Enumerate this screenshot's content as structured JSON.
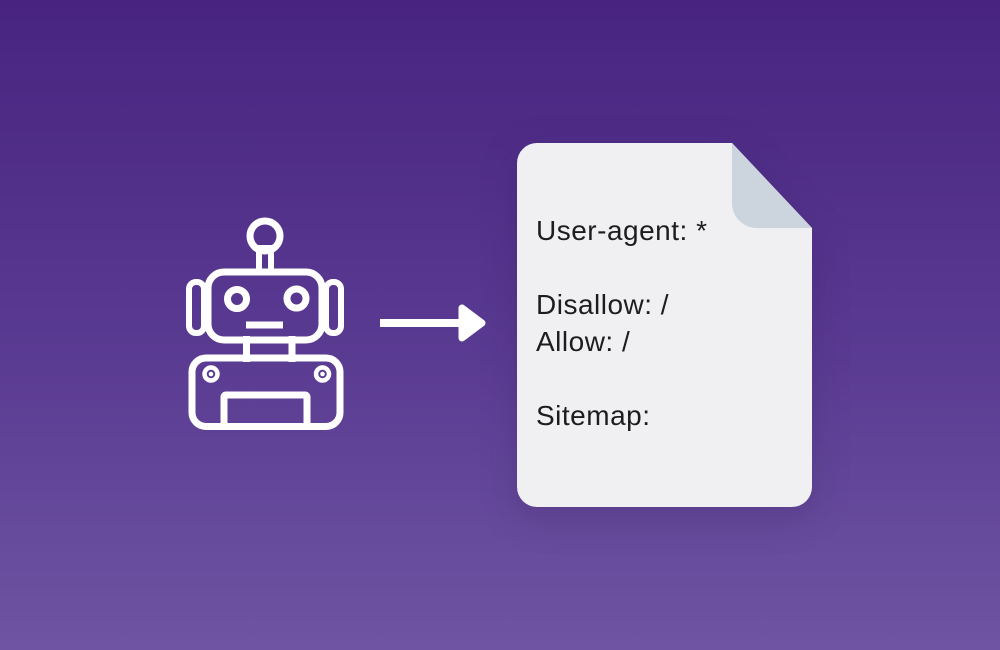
{
  "palette": {
    "background_top": "#472480",
    "background_bottom": "#6e54a2",
    "icon_white": "#ffffff"
  },
  "robot": {
    "icon": "robot-icon"
  },
  "arrow": {
    "icon": "arrow-right-icon"
  },
  "document": {
    "bg": "#f0eff2",
    "fold_color": "#ccd4dd",
    "text_color": "#1d1d1f",
    "lines": [
      "User-agent: *",
      "",
      "Disallow: /",
      "Allow: /",
      "",
      "Sitemap:"
    ]
  }
}
